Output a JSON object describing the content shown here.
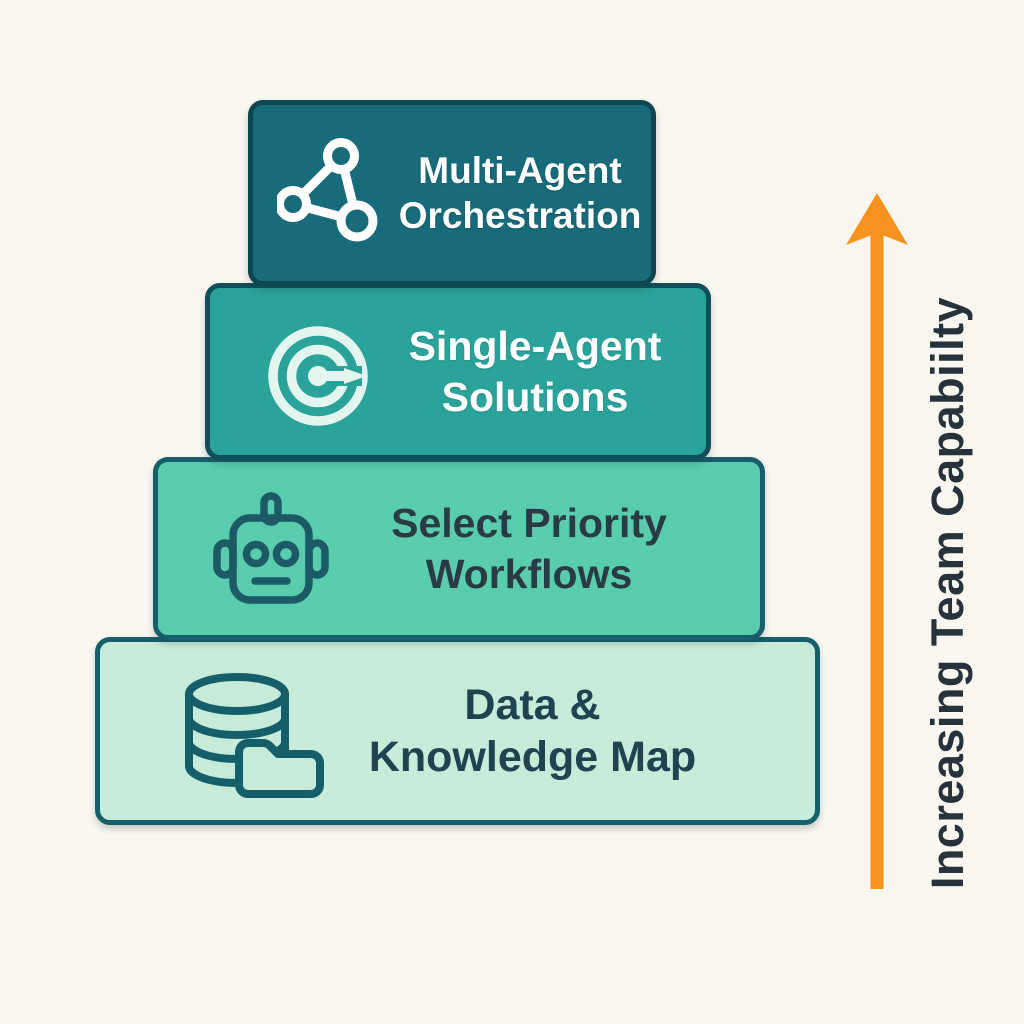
{
  "diagram": {
    "type": "stacked-pyramid",
    "background_color": "#f9f6f0",
    "blocks": [
      {
        "label_line1": "Multi-Agent",
        "label_line2": "Orchestration",
        "icon": "network-nodes-icon",
        "fill": "#176b7a",
        "border": "#0d4852",
        "text_color": "#ffffff",
        "level": 4
      },
      {
        "label_line1": "Single-Agent",
        "label_line2": "Solutions",
        "icon": "target-arrow-icon",
        "fill": "#2aa49b",
        "border": "#0f4f59",
        "text_color": "#ffffff",
        "level": 3
      },
      {
        "label_line1": "Select Priority",
        "label_line2": "Workflows",
        "icon": "robot-icon",
        "fill": "#58ccad",
        "border": "#17606b",
        "text_color": "#2a3b45",
        "level": 2
      },
      {
        "label_line1": "Data &",
        "label_line2": "Knowledge Map",
        "icon": "database-folder-icon",
        "fill": "#c7ebd9",
        "border": "#145f69",
        "text_color": "#1f4350",
        "level": 1
      }
    ],
    "axis": {
      "label": "Increasing Team Capabiilty",
      "direction": "up",
      "arrow_color": "#f6921e",
      "label_color": "#26333c"
    }
  }
}
